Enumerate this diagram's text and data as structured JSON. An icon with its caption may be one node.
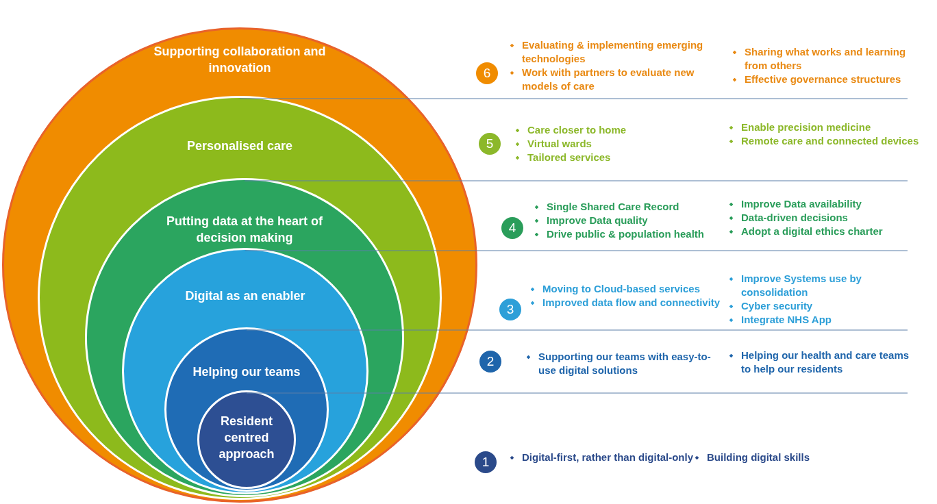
{
  "diagram": {
    "nodes": [
      {
        "text": [
          "Supporting collaboration and innovation"
        ]
      },
      {
        "text": [
          "Personalised care"
        ],
        "in": 0
      },
      {
        "text": [
          "Putting data at the heart of decision making"
        ],
        "in": 1
      },
      {
        "text": [
          "Digital as an enabler"
        ],
        "in": 2
      },
      {
        "text": [
          "Helping our teams"
        ],
        "in": 3
      },
      {
        "text": [
          "Resident centred approach"
        ],
        "in": 4
      },
      {
        "text": [
          "6"
        ],
        "beside": [
          "Evaluating & implementing emerging technologies",
          "Work with partners to evaluate new models of care",
          "Sharing what works and learning from others",
          "Effective governance structures"
        ]
      },
      {
        "text": [
          "5"
        ],
        "beside": [
          "Care closer to home",
          "Virtual wards",
          "Tailored services",
          "Enable precision medicine",
          "Remote care and connected devices"
        ]
      },
      {
        "text": [
          "4"
        ],
        "beside": [
          "Single Shared Care Record",
          "Improve Data quality",
          "Drive public & population health",
          "Improve Data availability",
          "Data-driven decisions",
          "Adopt a digital ethics charter"
        ]
      },
      {
        "text": [
          "3"
        ],
        "beside": [
          "Moving to Cloud-based services",
          "Improved data flow and connectivity",
          "Improve Systems use by consolidation",
          "Cyber security",
          "Integrate NHS App"
        ]
      },
      {
        "text": [
          "2"
        ],
        "beside": [
          "Supporting our teams with easy-to-use digital solutions",
          "Helping our health and care teams to help our residents"
        ]
      },
      {
        "text": [
          "1"
        ],
        "beside": [
          "Digital-first, rather than digital-only",
          "Building digital skills"
        ]
      }
    ],
    "edges": []
  }
}
